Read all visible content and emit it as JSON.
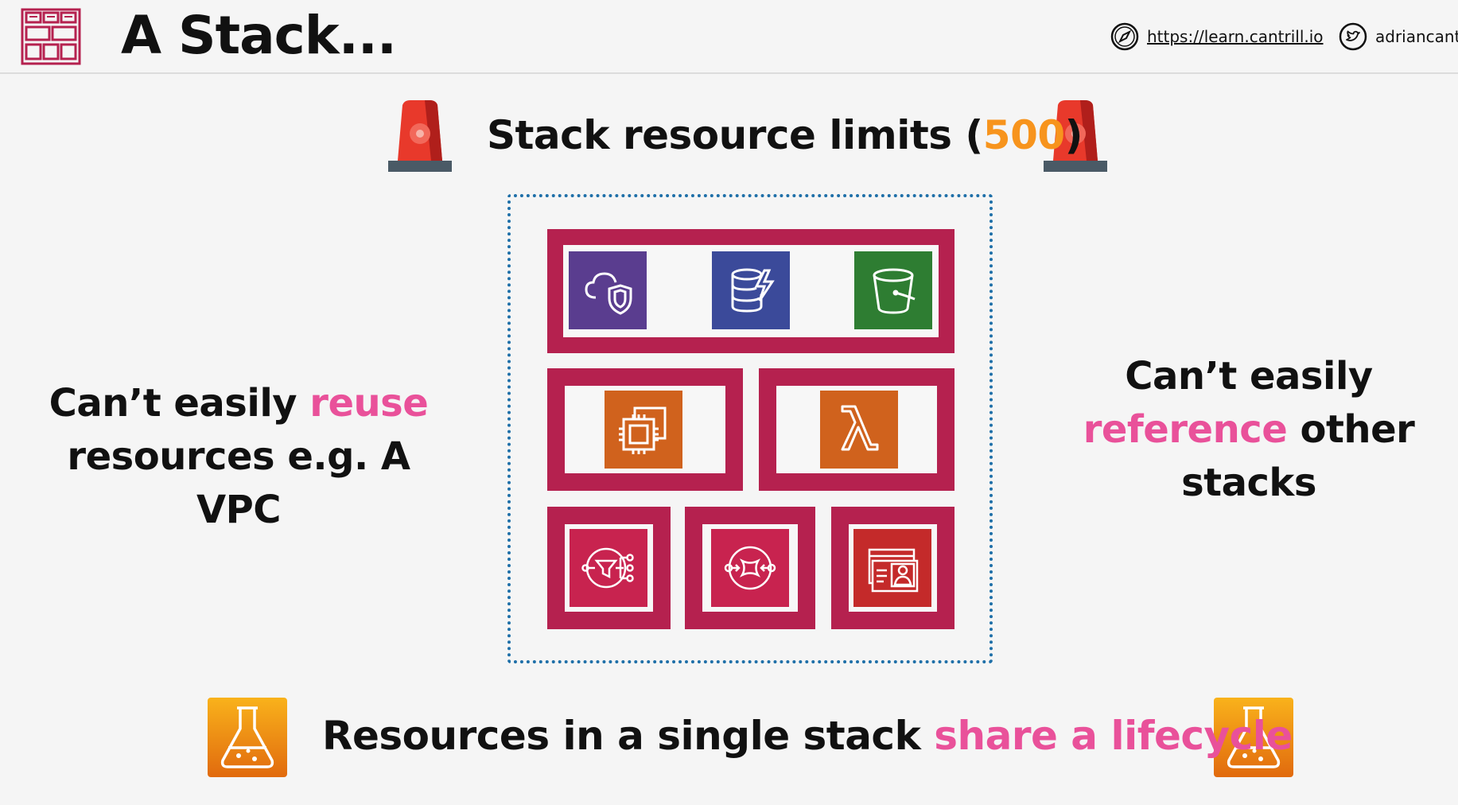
{
  "header": {
    "title": "A Stack...",
    "site_link": "https://learn.cantrill.io",
    "twitter_handle": "adriancantrill",
    "logo_icon": "stack-grid-logo-icon"
  },
  "colors": {
    "frame": "#b5214f",
    "orange": "#f7941d",
    "pink": "#e9519a",
    "dotted_border": "#1e6fa8"
  },
  "limits": {
    "prefix": "Stack resource limits (",
    "number": "500",
    "suffix": ")"
  },
  "left_text": {
    "line1_prefix": "Can’t easily ",
    "line1_highlight": "reuse",
    "line2": "resources e.g. A VPC"
  },
  "right_text": {
    "line1": "Can’t easily",
    "line2_highlight": "reference",
    "line2_suffix": " other",
    "line3": "stacks"
  },
  "bottom_text": {
    "prefix": "Resources in a single stack ",
    "highlight": "share a lifecycle"
  },
  "services": [
    {
      "icon": "cloud-shield-icon",
      "color": "#5a3d8f"
    },
    {
      "icon": "dynamodb-icon",
      "color": "#3b4a9a"
    },
    {
      "icon": "s3-bucket-icon",
      "color": "#2e7d32"
    },
    {
      "icon": "ec2-chip-icon",
      "color": "#d0621d"
    },
    {
      "icon": "lambda-icon",
      "color": "#d0621d"
    },
    {
      "icon": "sns-funnel-icon",
      "color": "#c8234f"
    },
    {
      "icon": "sqs-icon",
      "color": "#c8234f"
    },
    {
      "icon": "identity-card-icon",
      "color": "#c42a2a"
    }
  ]
}
